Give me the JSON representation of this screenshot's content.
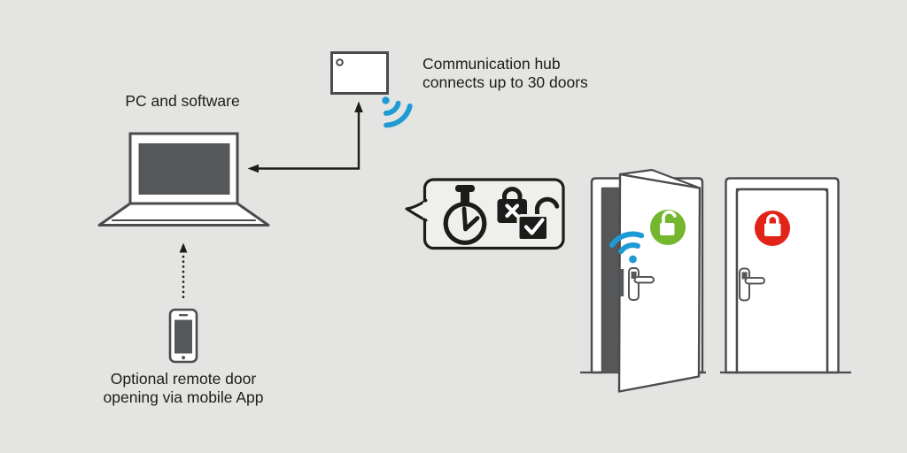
{
  "labels": {
    "pc": "PC and software",
    "hub": "Communication hub\nconnects up to 30 doors",
    "mobile": "Optional remote door\nopening via mobile App"
  },
  "colors": {
    "background": "#e4e4e3",
    "wifi_blue": "#1e9bd4",
    "unlocked_green": "#74b62e",
    "locked_red": "#e2231a",
    "ink": "#1c1c1a",
    "outline_gray": "#4a4b4d",
    "panel_dark": "#565759",
    "bubble_fill": "#efefee"
  },
  "icons": {
    "hub_wifi": "wifi-signal",
    "door_wifi": "wifi-signal",
    "timer": "stopwatch",
    "lock_denied": "closed-padlock-with-x",
    "lock_granted": "open-padlock-with-check",
    "door_unlocked_badge": "open-padlock",
    "door_locked_badge": "closed-padlock"
  }
}
